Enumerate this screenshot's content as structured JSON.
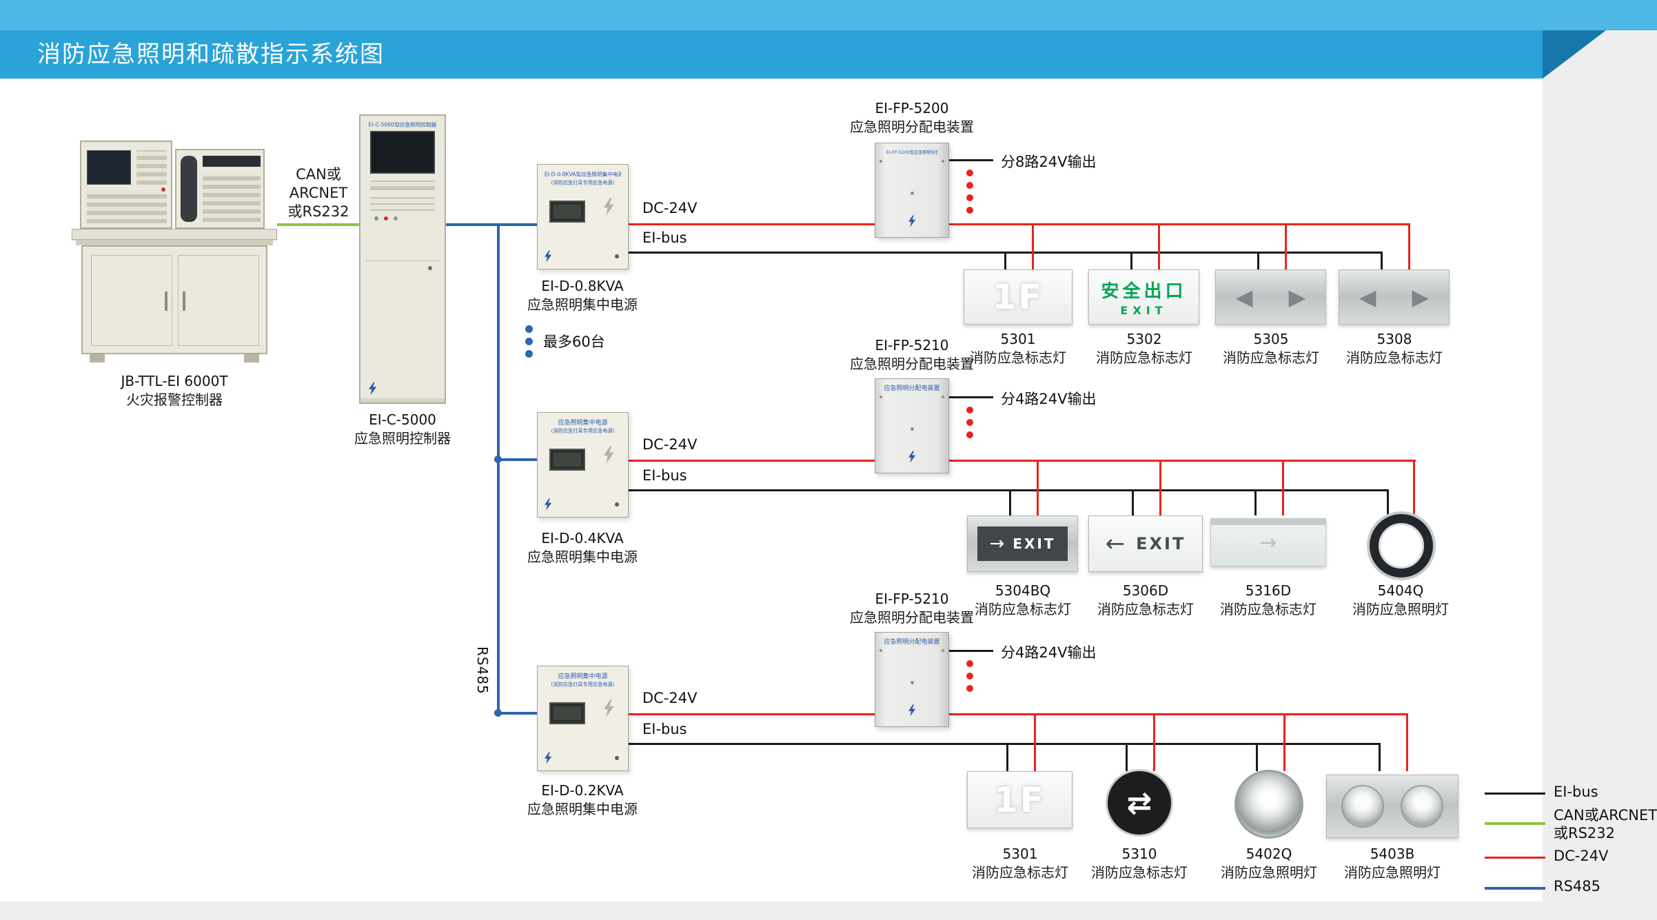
{
  "colors": {
    "eibus": "#1a1a1a",
    "can_arcnet": "#8dc63f",
    "dc24v": "#e8231f",
    "rs485": "#2f66ad",
    "header_ribbon": "#2aa3d8",
    "header_strip": "#4fb8e6"
  },
  "header": {
    "title": "消防应急照明和疏散指示系统图"
  },
  "wire_labels": {
    "can_line1": "CAN或",
    "can_line2": "ARCNET",
    "can_line3": "或RS232",
    "dc24v": "DC-24V",
    "eibus": "EI-bus",
    "rs485": "RS485",
    "max60": "最多60台"
  },
  "controller": {
    "model": "JB-TTL-EI 6000T",
    "name": "火灾报警控制器"
  },
  "cabinet": {
    "model": "EI-C-5000",
    "name": "应急照明控制器",
    "panel_text": "EI-C-5000型应急照明控制器"
  },
  "psus": [
    {
      "model": "EI-D-0.8KVA",
      "name": "应急照明集中电源",
      "panel_line1": "EI-D-0.8KVA型应急照明集中电源",
      "panel_line2": "(消防应急灯具专用应急电源)"
    },
    {
      "model": "EI-D-0.4KVA",
      "name": "应急照明集中电源",
      "panel_line1": "应急照明集中电源",
      "panel_line2": "(消防应急灯具专用应急电源)"
    },
    {
      "model": "EI-D-0.2KVA",
      "name": "应急照明集中电源",
      "panel_line1": "应急照明集中电源",
      "panel_line2": "(消防应急灯具专用应急电源)"
    }
  ],
  "distributors": [
    {
      "model": "EI-FP-5200",
      "name": "应急照明分配电装置",
      "output": "分8路24V输出",
      "panel_text": "EI-FP-5200型应急照明分配电装置"
    },
    {
      "model": "EI-FP-5210",
      "name": "应急照明分配电装置",
      "output": "分4路24V输出",
      "panel_text": "应急照明分配电装置"
    },
    {
      "model": "EI-FP-5210",
      "name": "应急照明分配电装置",
      "output": "分4路24V输出",
      "panel_text": "应急照明分配电装置"
    }
  ],
  "light_rows": [
    [
      {
        "model": "5301",
        "type": "消防应急标志灯"
      },
      {
        "model": "5302",
        "type": "消防应急标志灯"
      },
      {
        "model": "5305",
        "type": "消防应急标志灯"
      },
      {
        "model": "5308",
        "type": "消防应急标志灯"
      }
    ],
    [
      {
        "model": "5304BQ",
        "type": "消防应急标志灯"
      },
      {
        "model": "5306D",
        "type": "消防应急标志灯"
      },
      {
        "model": "5316D",
        "type": "消防应急标志灯"
      },
      {
        "model": "5404Q",
        "type": "消防应急照明灯"
      }
    ],
    [
      {
        "model": "5301",
        "type": "消防应急标志灯"
      },
      {
        "model": "5310",
        "type": "消防应急标志灯"
      },
      {
        "model": "5402Q",
        "type": "消防应急照明灯"
      },
      {
        "model": "5403B",
        "type": "消防应急照明灯"
      }
    ]
  ],
  "light_faces": {
    "floor": "1F",
    "exit_cn": "安全出口",
    "exit_en": "EXIT"
  },
  "icons": {
    "arrow_left": "◀",
    "arrow_right": "▶",
    "arrow_left_thin": "←",
    "arrow_right_thin": "→",
    "arrows_both": "⇄"
  },
  "legend": {
    "items": [
      {
        "label": "EI-bus",
        "color": "#1a1a1a"
      },
      {
        "label": "CAN或ARCNET",
        "label2": "或RS232",
        "color": "#8dc63f"
      },
      {
        "label": "DC-24V",
        "color": "#e8231f"
      },
      {
        "label": "RS485",
        "color": "#2f66ad"
      }
    ]
  }
}
